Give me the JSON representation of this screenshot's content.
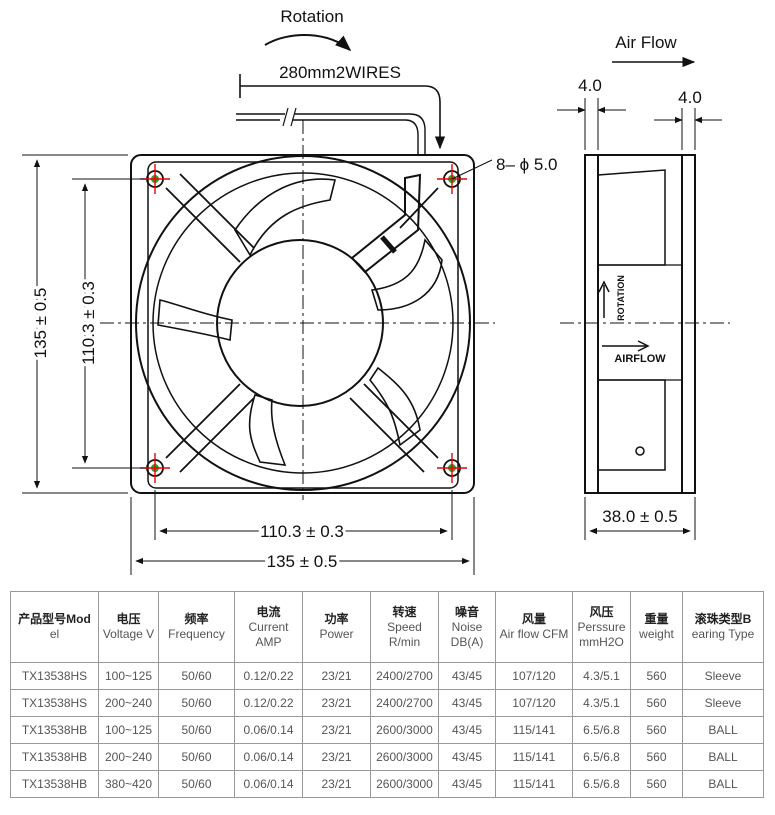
{
  "drawing": {
    "rotation_label": "Rotation",
    "wires_label": "280mm2WIRES",
    "holes_label": "8– ϕ 5.0",
    "airflow_label": "Air Flow",
    "flange_front": "4.0",
    "flange_back": "4.0",
    "outer_width": "135 ± 0.5",
    "hole_spacing_width": "110.3 ± 0.3",
    "outer_height": "135 ± 0.5",
    "hole_spacing_height": "110.3 ± 0.3",
    "depth": "38.0 ± 0.5",
    "side_rotation_text": "ROTATION",
    "side_airflow_text": "AIRFLOW"
  },
  "table": {
    "headers": [
      {
        "cn": "产品型号Mod",
        "en": "el"
      },
      {
        "cn": "电压",
        "en": "Voltage V"
      },
      {
        "cn": "频率",
        "en": "Frequency"
      },
      {
        "cn": "电流",
        "en": "Current AMP"
      },
      {
        "cn": "功率",
        "en": "Power"
      },
      {
        "cn": "转速",
        "en": "Speed R/min"
      },
      {
        "cn": "噪音",
        "en": "Noise DB(A)"
      },
      {
        "cn": "风量",
        "en": "Air flow CFM"
      },
      {
        "cn": "风压",
        "en": "Perssure mmH2O"
      },
      {
        "cn": "重量",
        "en": "weight"
      },
      {
        "cn": "滚珠类型B",
        "en": "earing Type"
      }
    ],
    "rows": [
      [
        "TX13538HS",
        "100~125",
        "50/60",
        "0.12/0.22",
        "23/21",
        "2400/2700",
        "43/45",
        "107/120",
        "4.3/5.1",
        "560",
        "Sleeve"
      ],
      [
        "TX13538HS",
        "200~240",
        "50/60",
        "0.12/0.22",
        "23/21",
        "2400/2700",
        "43/45",
        "107/120",
        "4.3/5.1",
        "560",
        "Sleeve"
      ],
      [
        "TX13538HB",
        "100~125",
        "50/60",
        "0.06/0.14",
        "23/21",
        "2600/3000",
        "43/45",
        "115/141",
        "6.5/6.8",
        "560",
        "BALL"
      ],
      [
        "TX13538HB",
        "200~240",
        "50/60",
        "0.06/0.14",
        "23/21",
        "2600/3000",
        "43/45",
        "115/141",
        "6.5/6.8",
        "560",
        "BALL"
      ],
      [
        "TX13538HB",
        "380~420",
        "50/60",
        "0.06/0.14",
        "23/21",
        "2600/3000",
        "43/45",
        "115/141",
        "6.5/6.8",
        "560",
        "BALL"
      ]
    ]
  }
}
